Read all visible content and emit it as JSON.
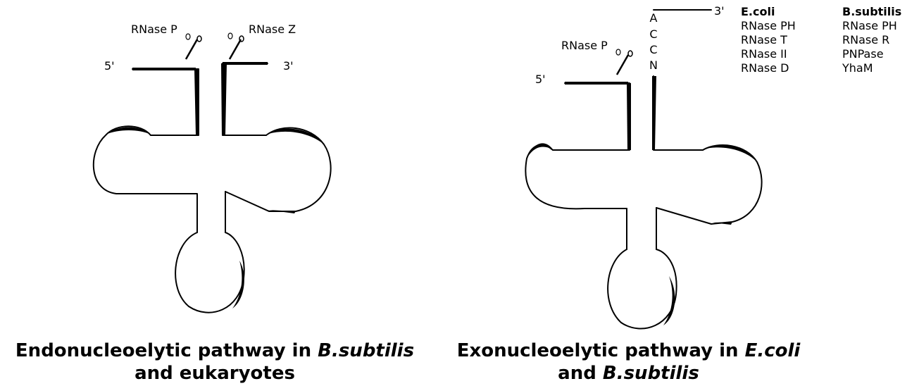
{
  "left": {
    "rnase_p_label": "RNase P",
    "rnase_z_label": "RNase Z",
    "five_prime": "5'",
    "three_prime": "3'",
    "caption_line1_a": "Endonucleoelytic pathway in ",
    "caption_line1_b": "B.subtilis",
    "caption_line2": "and eukaryotes"
  },
  "right": {
    "rnase_p_label": "RNase P",
    "five_prime": "5'",
    "three_prime": "3'",
    "acceptor": [
      "A",
      "C",
      "C",
      "N"
    ],
    "ecoli": {
      "header": "E.coli",
      "items": [
        "RNase PH",
        "RNase T",
        "RNase II",
        "RNase D"
      ]
    },
    "bsub": {
      "header": "B.subtilis",
      "items": [
        "RNase PH",
        "RNase R",
        "PNPase",
        "YhaM"
      ]
    },
    "caption_line1_a": "Exonucleoelytic pathway in ",
    "caption_line1_b": "E.coli",
    "caption_line2_a": "and ",
    "caption_line2_b": "B.subtilis"
  }
}
